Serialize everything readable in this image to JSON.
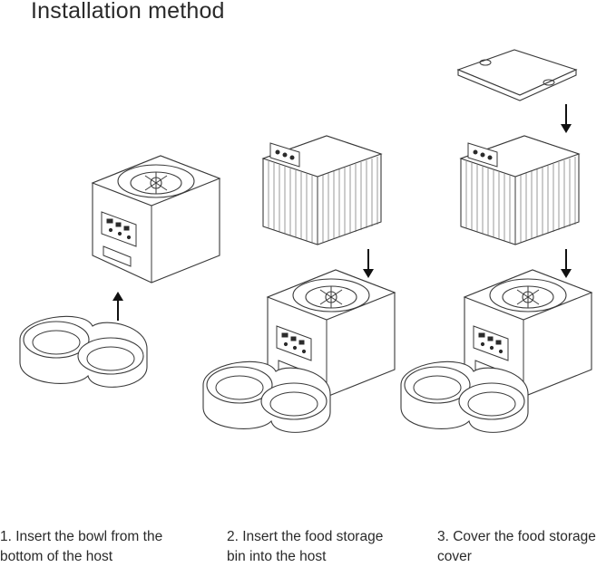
{
  "title": "Installation method",
  "colors": {
    "line": "#3a3a3a",
    "text": "#2a2a2a",
    "background": "#ffffff"
  },
  "steps": [
    {
      "caption_line1": "1. Insert the bowl from the",
      "caption_line2": "bottom of the host",
      "arrow": "up"
    },
    {
      "caption_line1": "2. Insert the food storage",
      "caption_line2": "bin into the host",
      "arrow": "down"
    },
    {
      "caption_line1": "3. Cover the food storage",
      "caption_line2": "cover",
      "arrow": "down"
    }
  ]
}
